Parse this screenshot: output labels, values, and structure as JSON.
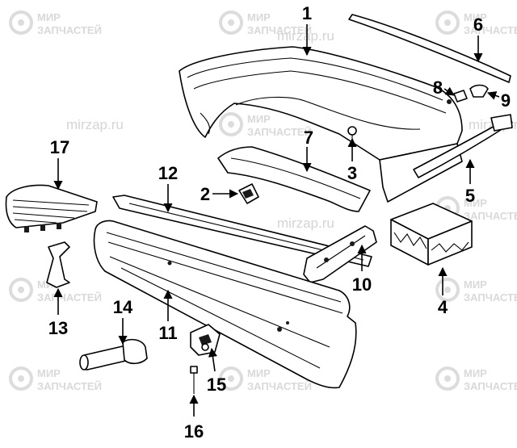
{
  "watermark": {
    "brand_line1": "МИР",
    "brand_line2": "ЗАПЧАСТЕЙ",
    "url": "mirzap.ru",
    "color": "#d9d9d9"
  },
  "callouts": [
    {
      "id": "c1",
      "label": "1"
    },
    {
      "id": "c2",
      "label": "2"
    },
    {
      "id": "c3",
      "label": "3"
    },
    {
      "id": "c4",
      "label": "4"
    },
    {
      "id": "c5",
      "label": "5"
    },
    {
      "id": "c6",
      "label": "6"
    },
    {
      "id": "c7",
      "label": "7"
    },
    {
      "id": "c8",
      "label": "8"
    },
    {
      "id": "c9",
      "label": "9"
    },
    {
      "id": "c10",
      "label": "10"
    },
    {
      "id": "c11",
      "label": "11"
    },
    {
      "id": "c12",
      "label": "12"
    },
    {
      "id": "c13",
      "label": "13"
    },
    {
      "id": "c14",
      "label": "14"
    },
    {
      "id": "c15",
      "label": "15"
    },
    {
      "id": "c16",
      "label": "16"
    },
    {
      "id": "c17",
      "label": "17"
    }
  ]
}
